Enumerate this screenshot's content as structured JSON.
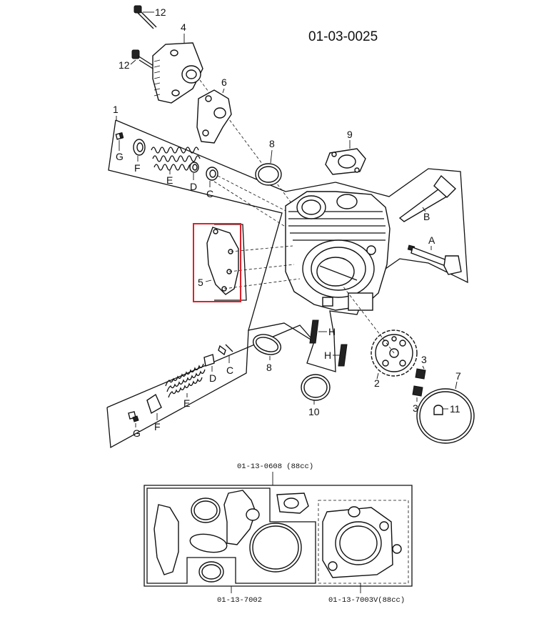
{
  "diagram_code": "01-03-0025",
  "callouts": {
    "c1": "1",
    "c2": "2",
    "c3a": "3",
    "c3b": "3",
    "c4": "4",
    "c5": "5",
    "c6": "6",
    "c7": "7",
    "c8a": "8",
    "c8b": "8",
    "c9": "9",
    "c10": "10",
    "c11": "11",
    "c12a": "12",
    "c12b": "12",
    "cA": "A",
    "cB": "B",
    "cC1": "C",
    "cC2": "C",
    "cD1": "D",
    "cD2": "D",
    "cE1": "E",
    "cE2": "E",
    "cF1": "F",
    "cF2": "F",
    "cG1": "G",
    "cG2": "G",
    "cH1": "H",
    "cH2": "H"
  },
  "gasket_kits": {
    "top": "01-13-0608 (88cc)",
    "bottom_left": "01-13-7002",
    "bottom_right": "01-13-7003V(88cc)"
  },
  "highlight_color": "#e0202a"
}
